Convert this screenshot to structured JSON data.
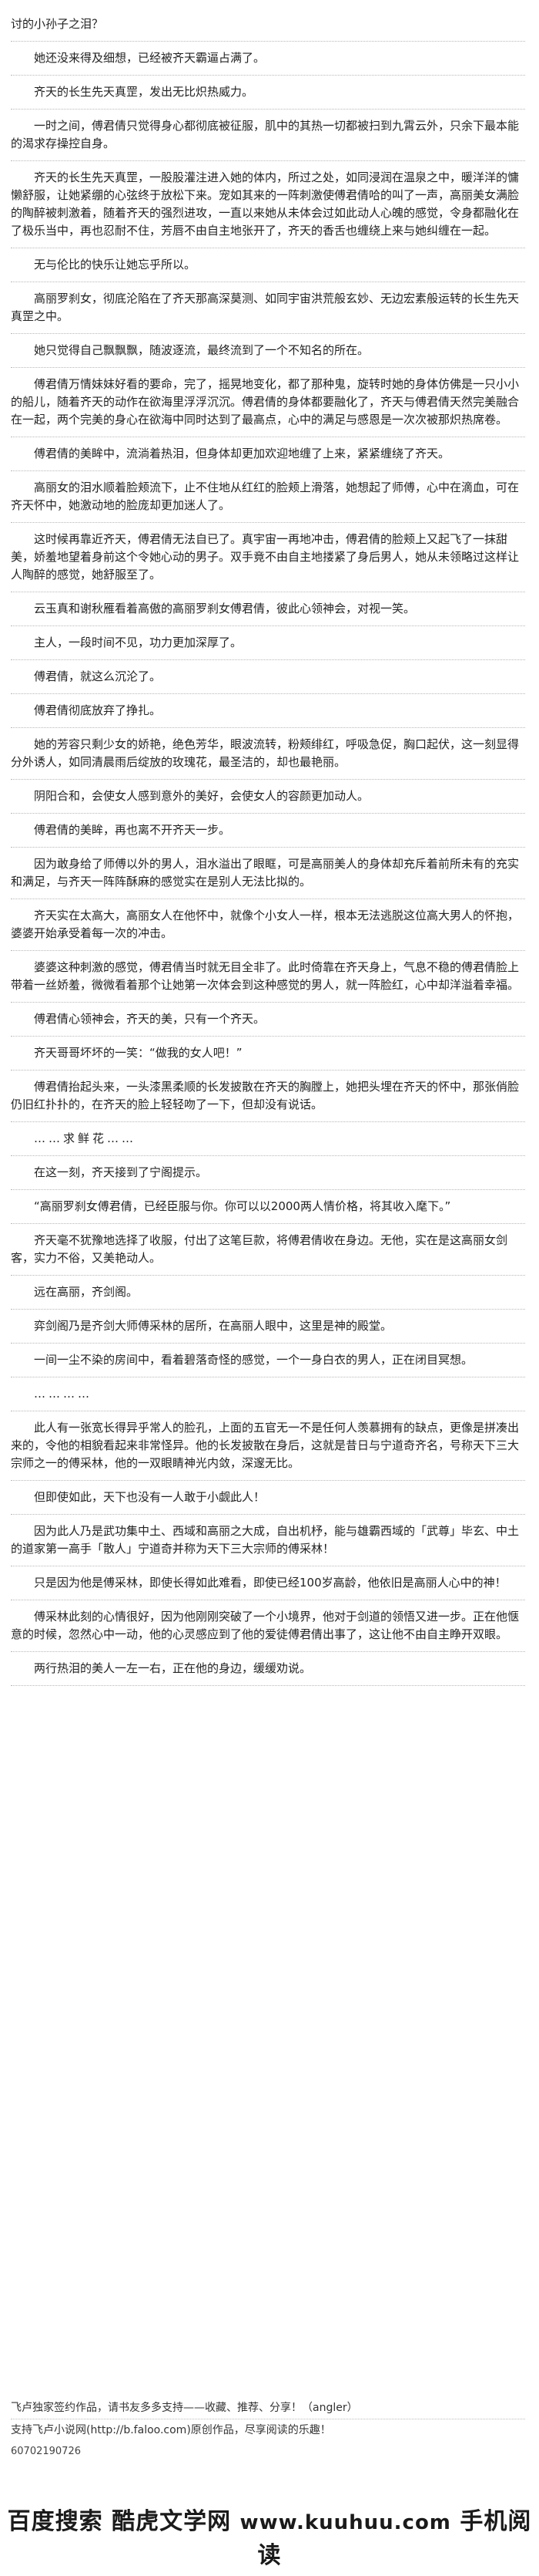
{
  "paragraphs": [
    "讨的小孙子之泪？",
    "她还没来得及细想，已经被齐天霸逼占满了。",
    "齐天的长生先天真罡，发出无比炽热威力。",
    "一时之间，傅君倩只觉得身心都彻底被征服，肌中的其热一切都被扫到九霄云外，只余下最本能的渴求存操控自身。",
    "齐天的长生先天真罡，一股股灌注进入她的体内，所过之处，如同浸润在温泉之中，暖洋洋的慵懒舒服，让她紧绷的心弦终于放松下来。宠如其来的一阵刺激使傅君倩哈的叫了一声，高丽美女满脸的陶醉被刺激着，随着齐天的强烈进攻，一直以来她从未体会过如此动人心魄的感觉，令身都融化在了极乐当中，再也忍耐不住，芳唇不由自主地张开了，齐天的香舌也缠绕上来与她纠缠在一起。",
    "无与伦比的快乐让她忘乎所以。",
    "高丽罗刹女，彻底沦陷在了齐天那高深莫测、如同宇宙洪荒般玄妙、无边宏素般运转的长生先天真罡之中。",
    "她只觉得自己飘飘飘，随波逐流，最终流到了一个不知名的所在。",
    "傅君倩万情妹妹好看的要命，完了，摇晃地变化，都了那种鬼，旋转时她的身体仿佛是一只小小的船儿，随着齐天的动作在欲海里浮浮沉沉。傅君倩的身体都要融化了，齐天与傅君倩天然完美融合在一起，两个完美的身心在欲海中同时达到了最高点，心中的满足与感恩是一次次被那炽热席卷。",
    "傅君倩的美眸中，流淌着热泪，但身体却更加欢迎地缠了上来，紧紧缠绕了齐天。",
    "高丽女的泪水顺着脸颊流下，止不住地从红红的脸颊上滑落，她想起了师傅，心中在滴血，可在齐天怀中，她激动地的脸庞却更加迷人了。",
    "这时候再靠近齐天，傅君倩无法自已了。真宇宙一再地冲击，傅君倩的脸颊上又起飞了一抹甜美，娇羞地望着身前这个令她心动的男子。双手竟不由自主地搂紧了身后男人，她从未领略过这样让人陶醉的感觉，她舒服至了。",
    "云玉真和谢秋雁看着高傲的高丽罗刹女傅君倩，彼此心领神会，对视一笑。",
    "主人，一段时间不见，功力更加深厚了。",
    "傅君倩，就这么沉沦了。",
    "傅君倩彻底放弃了挣扎。",
    "她的芳容只剩少女的娇艳，绝色芳华，眼波流转，粉颊绯红，呼吸急促，胸口起伏，这一刻显得分外诱人，如同清晨雨后绽放的玫瑰花，最圣洁的，却也最艳丽。",
    "阴阳合和，会使女人感到意外的美好，会使女人的容颜更加动人。",
    "傅君倩的美眸，再也离不开齐天一步。",
    "因为敢身给了师傅以外的男人，泪水溢出了眼眶，可是高丽美人的身体却充斥着前所未有的充实和满足，与齐天一阵阵酥麻的感觉实在是别人无法比拟的。",
    "齐天实在太高大，高丽女人在他怀中，就像个小女人一样，根本无法逃脱这位高大男人的怀抱，婆婆开始承受着每一次的冲击。",
    "婆婆这种刺激的感觉，傅君倩当时就无目全非了。此时倚靠在齐天身上，气息不稳的傅君倩脸上带着一丝娇羞，微微看着那个让她第一次体会到这种感觉的男人，就一阵脸红，心中却洋溢着幸福。",
    "傅君倩心领神会，齐天的美，只有一个齐天。",
    "齐天哥哥坏坏的一笑：“做我的女人吧！”",
    "傅君倩抬起头来，一头漆黑柔顺的长发披散在齐天的胸膛上，她把头埋在齐天的怀中，那张俏脸仍旧红扑扑的，在齐天的脸上轻轻吻了一下，但却没有说话。",
    "……求鲜花……",
    "在这一刻，齐天接到了宁阁提示。",
    "“高丽罗刹女傅君倩，已经臣服与你。你可以以2000两人情价格，将其收入麾下。”",
    "齐天毫不犹豫地选择了收服，付出了这笔巨款，将傅君倩收在身边。无他，实在是这高丽女剑客，实力不俗，又美艳动人。",
    "远在高丽，齐剑阁。",
    "弈剑阁乃是齐剑大师傅采林的居所，在高丽人眼中，这里是神的殿堂。",
    "一间一尘不染的房间中，看着碧落奇怪的感觉，一个一身白衣的男人，正在闭目冥想。",
    "…………",
    "此人有一张宽长得异乎常人的脸孔，上面的五官无一不是任何人羡慕拥有的缺点，更像是拼凑出来的，令他的相貌看起来非常怪异。他的长发披散在身后，这就是昔日与宁道奇齐名，号称天下三大宗师之一的傅采林，他的一双眼睛神光内敛，深邃无比。",
    "但即使如此，天下也没有一人敢于小觑此人！",
    "因为此人乃是武功集中土、西域和高丽之大成，自出机杼，能与雄霸西域的「武尊」毕玄、中土的道家第一高手「散人」宁道奇并称为天下三大宗师的傅采林！",
    "只是因为他是傅采林，即使长得如此难看，即使已经100岁高龄，他依旧是高丽人心中的神！",
    "傅采林此刻的心情很好，因为他刚刚突破了一个小境界，他对于剑道的领悟又进一步。正在他惬意的时候，忽然心中一动，他的心灵感应到了他的爱徒傅君倩出事了，这让他不由自主睁开双眼。",
    "两行热泪的美人一左一右，正在他的身边，缓缓劝说。"
  ],
  "footer": {
    "line1": "飞卢独家签约作品，请书友多多支持——收藏、推荐、分享！（angler）",
    "line2": "支持飞卢小说网(http://b.faloo.com)原创作品，尽享阅读的乐趣！",
    "line3": "60702190726"
  },
  "watermark": {
    "left": "百度搜索",
    "middle": "酷虎文学网",
    "url": "www.kuuhuu.com",
    "right": "手机阅读"
  }
}
